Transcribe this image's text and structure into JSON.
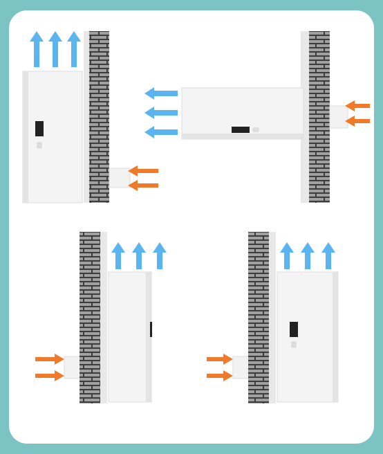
{
  "colors": {
    "background": "#7cc4c4",
    "card": "#ffffff",
    "airflow_out": "#5ab4f0",
    "airflow_in": "#f07a2a",
    "brick_dark": "#3c3c3c",
    "brick_light": "#a0a0a0",
    "unit_body": "#f4f4f4"
  },
  "icons": {
    "outflow": "arrow-up-icon",
    "outflow_side": "arrow-left-icon",
    "inflow": "arrow-left-icon"
  },
  "panels": [
    {
      "id": "panel-floor-standing-left-vent",
      "mount": "floor-standing"
    },
    {
      "id": "panel-wall-mounted-horizontal",
      "mount": "wall-horizontal"
    },
    {
      "id": "panel-floor-standing-right-wall",
      "mount": "floor-standing"
    },
    {
      "id": "panel-floor-standing-right-wall-2",
      "mount": "floor-standing"
    }
  ]
}
